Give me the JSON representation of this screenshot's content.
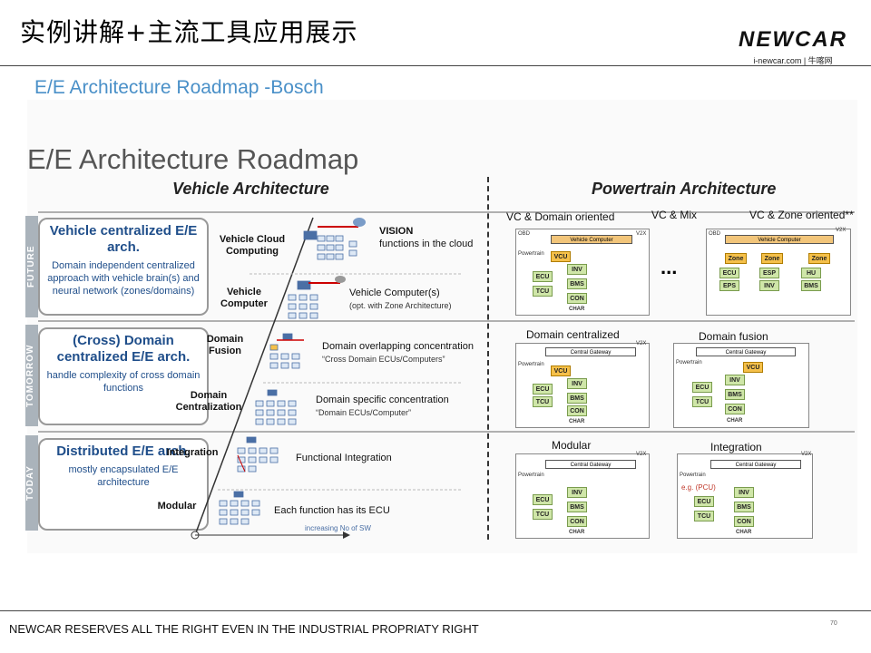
{
  "header": {
    "title": "实例讲解+主流工具应用展示",
    "logo": "NEWCAR",
    "logo_sub": "i-newcar.com | 牛喀网"
  },
  "subtitle": "E/E Architecture Roadmap -Bosch",
  "roadmap": {
    "title": "E/E Architecture Roadmap",
    "vehicle_head": "Vehicle Architecture",
    "powertrain_head": "Powertrain Architecture",
    "phases": [
      {
        "label": "FUTURE",
        "title": "Vehicle centralized E/E arch.",
        "desc": "Domain independent centralized approach with vehicle brain(s) and neural network (zones/domains)"
      },
      {
        "label": "TOMORROW",
        "title": "(Cross) Domain centralized E/E arch.",
        "desc": "handle complexity of cross domain functions"
      },
      {
        "label": "TODAY",
        "title": "Distributed E/E arch.",
        "desc": "mostly encapsulated E/E architecture"
      }
    ],
    "steps": [
      {
        "label": "Vehicle Cloud Computing",
        "desc": "VISION",
        "desc2": "functions in the cloud"
      },
      {
        "label": "Vehicle Computer",
        "desc": "Vehicle Computer(s)",
        "desc2": "(opt. with Zone Architecture)"
      },
      {
        "label": "Domain Fusion",
        "desc": "Domain overlapping concentration",
        "desc2": "“Cross Domain ECUs/Computers”"
      },
      {
        "label": "Domain Centralization",
        "desc": "Domain specific concentration",
        "desc2": "“Domain ECUs/Computer”"
      },
      {
        "label": "Integration",
        "desc": "Functional Integration",
        "desc2": ""
      },
      {
        "label": "Modular",
        "desc": "Each function has its ECU",
        "desc2": ""
      }
    ],
    "axis_label": "increasing No of SW",
    "powertrain": {
      "vc_domain": "VC & Domain oriented",
      "vc_mix": "VC & Mix",
      "vc_zone": "VC & Zone oriented**",
      "domain_centralized": "Domain centralized",
      "domain_fusion": "Domain fusion",
      "modular": "Modular",
      "integration": "Integration",
      "ellipsis": "...",
      "vehicle_computer": "Vehicle Computer",
      "central_gateway": "Central Gateway",
      "powertrain": "Powertrain",
      "char": "CHAR",
      "eg_pcu": "e.g. (PCU)",
      "chips": {
        "vcu": "VCU",
        "ecu": "ECU",
        "tcu": "TCU",
        "inv": "INV",
        "bms": "BMS",
        "con": "CON",
        "zone": "Zone",
        "eps": "EPS",
        "esp": "ESP",
        "hu": "HU"
      },
      "obd": "OBD",
      "v2x": "V2X"
    }
  },
  "footer": {
    "text": "NEWCAR RESERVES ALL THE RIGHT EVEN IN THE INDUSTRIAL PROPRIATY RIGHT",
    "page": "70"
  },
  "colors": {
    "accent_blue": "#4a90c8",
    "box_text": "#1f4e8a",
    "vcu_orange": "#f5c04a",
    "chip_green": "#cfe6a8"
  }
}
